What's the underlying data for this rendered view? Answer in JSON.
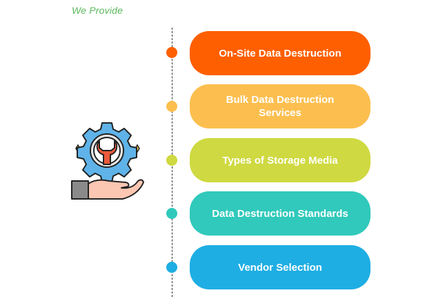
{
  "header": {
    "title": "We Provide"
  },
  "items": [
    {
      "label": "On-Site Data Destruction",
      "color": "#fe5f00"
    },
    {
      "label": "Bulk Data Destruction Services",
      "color": "#fcbf4f"
    },
    {
      "label": "Types of Storage Media",
      "color": "#cfd941"
    },
    {
      "label": "Data Destruction Standards",
      "color": "#30c9bb"
    },
    {
      "label": "Vendor Selection",
      "color": "#1eaee3"
    }
  ],
  "illustration": {
    "icon": "hand-holding-gear-wrench-icon"
  }
}
